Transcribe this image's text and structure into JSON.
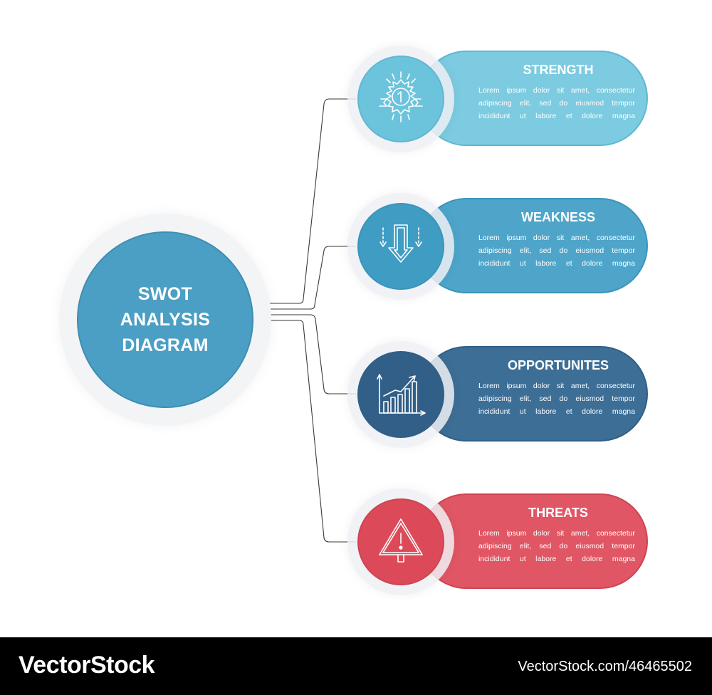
{
  "center": {
    "title": "SWOT\nANALYSIS\nDIAGRAM"
  },
  "items": [
    {
      "title": "STRENGTH",
      "body": "Lorem ipsum dolor sit amet, consectetur adipiscing elit, sed do eiusmod tempor incididunt ut labore et dolore magna",
      "icon": "medal-icon",
      "fill": "#7ccbe0",
      "edge": "#5fb7d4",
      "disc": "#6cc3dc"
    },
    {
      "title": "WEAKNESS",
      "body": "Lorem ipsum dolor sit amet, consectetur adipiscing elit, sed do eiusmod tempor incididunt ut labore et dolore magna",
      "icon": "down-arrows-icon",
      "fill": "#4ea5c9",
      "edge": "#3b94bb",
      "disc": "#3f9cc3"
    },
    {
      "title": "OPPORTUNITES",
      "body": "Lorem ipsum dolor sit amet, consectetur adipiscing elit, sed do eiusmod tempor incididunt ut labore et dolore magna",
      "icon": "growth-chart-icon",
      "fill": "#3d6e96",
      "edge": "#2f5f87",
      "disc": "#325f88"
    },
    {
      "title": "THREATS",
      "body": "Lorem ipsum dolor sit amet, consectetur adipiscing elit, sed do eiusmod tempor incididunt ut labore et dolore magna",
      "icon": "warning-icon",
      "fill": "#e05664",
      "edge": "#cf4353",
      "disc": "#dc4a59"
    }
  ],
  "footer": {
    "brand": "VectorStock",
    "reference": "VectorStock.com/46465502"
  }
}
